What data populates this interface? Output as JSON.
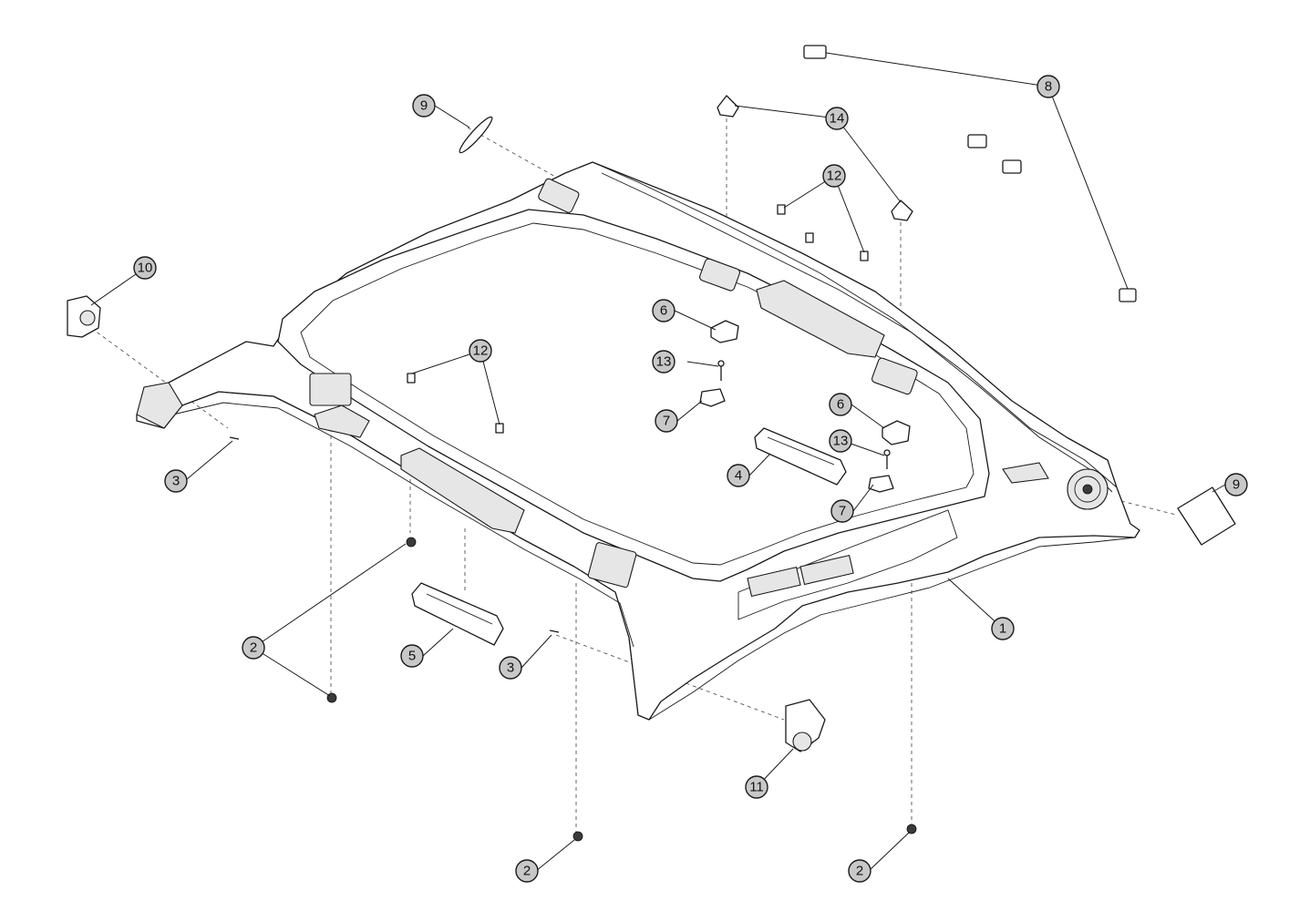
{
  "callouts": [
    {
      "id": "c1",
      "label": "1"
    },
    {
      "id": "c2a",
      "label": "2"
    },
    {
      "id": "c2b",
      "label": "2"
    },
    {
      "id": "c2c",
      "label": "2"
    },
    {
      "id": "c3a",
      "label": "3"
    },
    {
      "id": "c3b",
      "label": "3"
    },
    {
      "id": "c4",
      "label": "4"
    },
    {
      "id": "c5",
      "label": "5"
    },
    {
      "id": "c6a",
      "label": "6"
    },
    {
      "id": "c6b",
      "label": "6"
    },
    {
      "id": "c7a",
      "label": "7"
    },
    {
      "id": "c7b",
      "label": "7"
    },
    {
      "id": "c8",
      "label": "8"
    },
    {
      "id": "c9a",
      "label": "9"
    },
    {
      "id": "c9b",
      "label": "9"
    },
    {
      "id": "c10",
      "label": "10"
    },
    {
      "id": "c11",
      "label": "11"
    },
    {
      "id": "c12a",
      "label": "12"
    },
    {
      "id": "c12b",
      "label": "12"
    },
    {
      "id": "c13a",
      "label": "13"
    },
    {
      "id": "c13b",
      "label": "13"
    },
    {
      "id": "c14",
      "label": "14"
    }
  ],
  "colors": {
    "callout_fill": "#c8c8c8",
    "line": "#1a1a1a",
    "background": "#ffffff"
  }
}
